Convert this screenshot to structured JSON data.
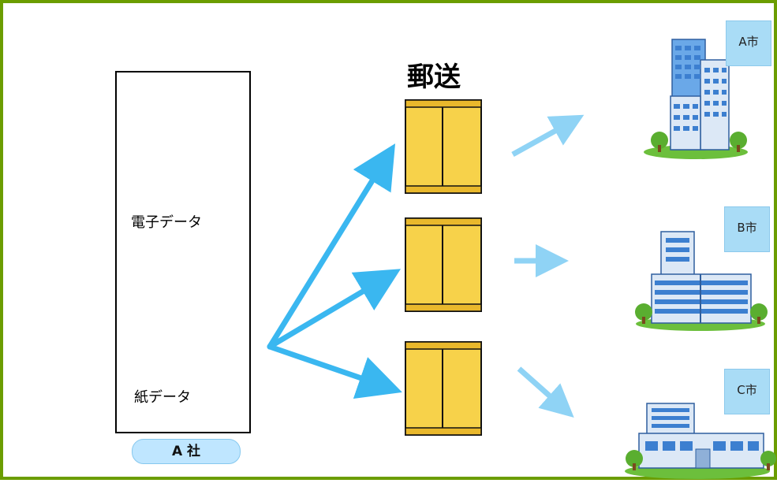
{
  "company": {
    "electronic_data_label": "電子データ",
    "paper_data_label": "紙データ",
    "name_label": "A 社"
  },
  "mail": {
    "label": "郵送"
  },
  "cities": [
    {
      "label": "A市"
    },
    {
      "label": "B市"
    },
    {
      "label": "C市"
    }
  ],
  "colors": {
    "border": "#6b9d00",
    "arrow": "#3ab7f0",
    "arrow_light": "#8fd3f5",
    "envelope": "#f7d24a",
    "tag": "#a9dcf6"
  }
}
